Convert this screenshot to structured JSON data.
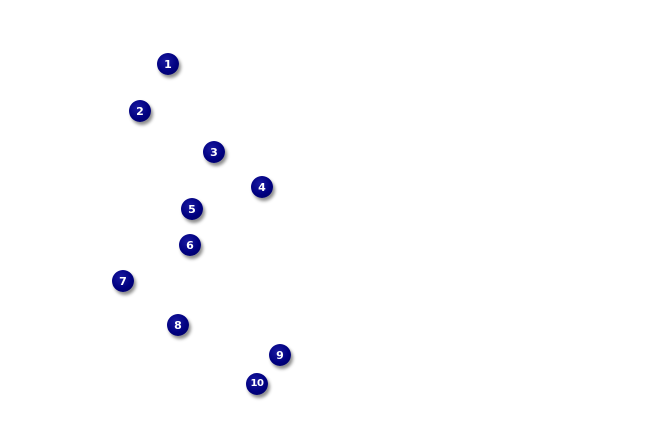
{
  "markers": [
    {
      "label": "1"
    },
    {
      "label": "2"
    },
    {
      "label": "3"
    },
    {
      "label": "4"
    },
    {
      "label": "5"
    },
    {
      "label": "6"
    },
    {
      "label": "7"
    },
    {
      "label": "8"
    },
    {
      "label": "9"
    },
    {
      "label": "10"
    }
  ],
  "colors": {
    "marker_fill": "#000080",
    "marker_text": "#ffffff",
    "background": "#ffffff"
  }
}
